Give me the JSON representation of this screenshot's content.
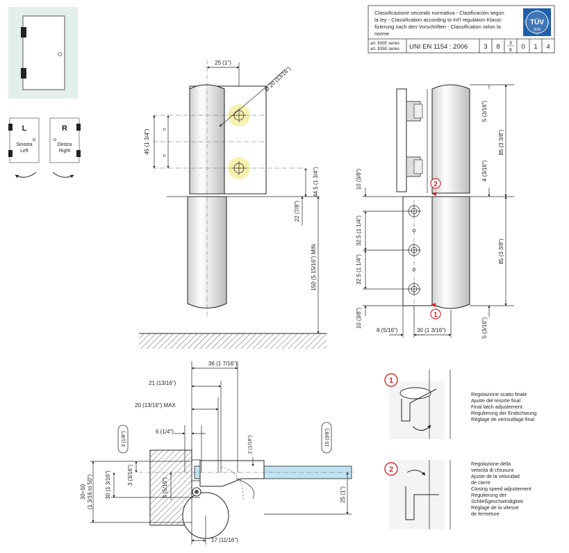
{
  "classification": {
    "header_lines": [
      "Classificazione secondo normativa - Clasificación según",
      "la ley - Classification according to int'l regulation Klassi-",
      "fizierung nach den Vorschriften - Classification selon la",
      "norme"
    ],
    "series_lines": [
      "art. 830E series",
      "art. 835E series"
    ],
    "standard": "UNI  EN  1154 : 2006",
    "codes": [
      "3",
      "8",
      "3",
      "6",
      "0",
      "1",
      "4"
    ],
    "cert_logo": {
      "text_main": "TÜV",
      "text_sub": "SÜD",
      "colors": {
        "bg": "#1f5fa8",
        "fg": "#ffffff"
      }
    }
  },
  "orientation": {
    "left": {
      "letter": "L",
      "line1": "Sinistra",
      "line2": "Left"
    },
    "right": {
      "letter": "R",
      "line1": "Destra",
      "line2": "Right"
    }
  },
  "dimensions": {
    "top_width": "25 (1\")",
    "diameter": "Ø 20 (13/16\")",
    "height_45": "45 (1  3/4\")",
    "eq1": "=",
    "eq2": "=",
    "d44_5": "44.5 (1  3/4\")",
    "d22": "22 (7/8\")",
    "d150": "150 (5  15/16\") MIN",
    "r5_top": "5 (3/16\")",
    "r85_top": "85 (3  3/8\")",
    "r4": "4 (3/16\")",
    "r10_top": "10 (3/8\")",
    "r32_5a": "32.5 (1  1/4\")",
    "r32_5b": "32.5 (1  1/4\")",
    "r85_mid": "85 (3  3/8\")",
    "r10_bot": "10 (3/8\")",
    "r5_bot": "5 (3/16\")",
    "r8": "8 (5/16\")",
    "r30": "30 (1  3/16\")",
    "p36": "36 (1  7/16\")",
    "p21": "21 (13/16\")",
    "p20": "20 (13/16\") MAX",
    "p6": "6 (1/4\")",
    "p3": "3 (1/8\")",
    "p3_16": "3 (3/16\")",
    "p8": "8 (5/16\")",
    "p30": "30 (1 3/16\")",
    "p30_50a": "30÷50",
    "p30_50b": "(1  3/16 to 50\")",
    "p2": "2 (1/16\")",
    "p10": "10 (3/8\")",
    "p25": "25 (1\")",
    "p17": "17 (11/16\")"
  },
  "markers": {
    "m1": "1",
    "m2": "2",
    "m1b": "1",
    "m2b": "2"
  },
  "adjustments": {
    "final_latch": [
      "Regolazione scatto finale",
      "Ajuste del resorte final",
      "Final latch adjustement",
      "Regulierung der Endschwung",
      "Réglage de verrouillage final"
    ],
    "closing_speed": [
      "Regolazione della",
      "velocità di chiusura",
      "Ajuste de la velocidad",
      "de cierre",
      "Closing speed adjustement",
      "Regulierung der",
      "Schließgeschwindigkeit",
      "Réglage de la vitesse",
      "de fermeture"
    ]
  }
}
